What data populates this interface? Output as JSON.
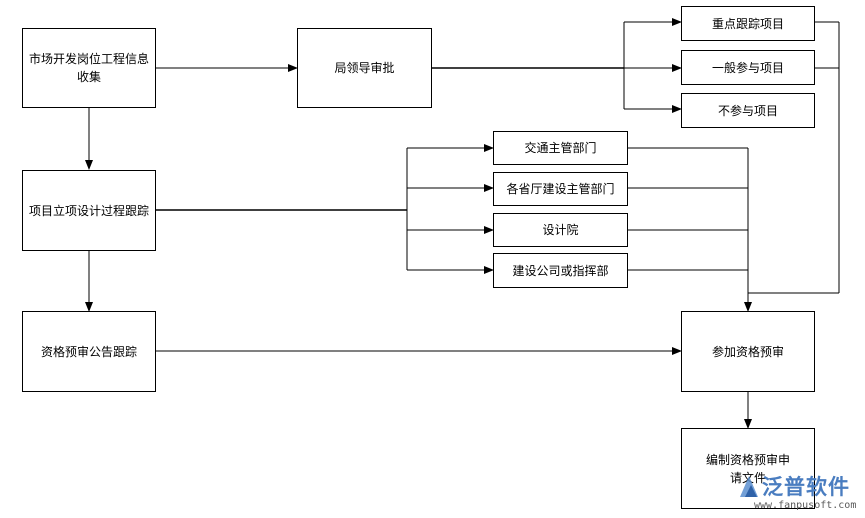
{
  "nodes": {
    "market_info": "市场开发岗位工程信息收集",
    "leader_approval": "局领导审批",
    "key_tracking": "重点跟踪项目",
    "general_participation": "一般参与项目",
    "non_participation": "不参与项目",
    "project_tracking": "项目立项设计过程跟踪",
    "traffic_dept": "交通主管部门",
    "provincial_dept": "各省厅建设主管部门",
    "design_institute": "设计院",
    "construction_company": "建设公司或指挥部",
    "prequal_notice": "资格预审公告跟踪",
    "join_prequal": "参加资格预审",
    "prepare_application": "编制资格预审申请文件"
  },
  "watermark": {
    "brand": "泛普软件",
    "url": "www.fanpusoft.com"
  }
}
